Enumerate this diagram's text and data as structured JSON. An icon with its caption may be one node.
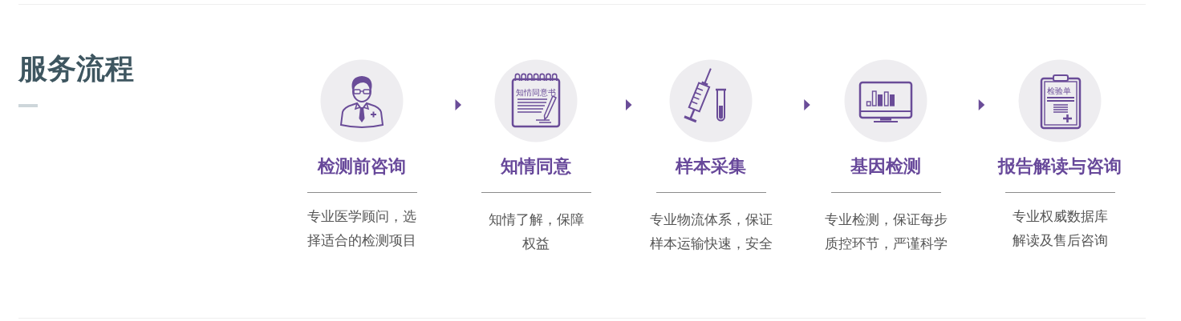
{
  "diagram": {
    "title": "服务流程",
    "nodes": [
      {
        "text": [
          "检测前咨询",
          "专业医学顾问，选择适合的检测项目"
        ]
      },
      {
        "text": [
          "知情同意",
          "知情了解，保障权益"
        ]
      },
      {
        "text": [
          "样本采集",
          "专业物流体系，保证样本运输快速，安全"
        ]
      },
      {
        "text": [
          "基因检测",
          "专业检测，保证每步质控环节，严谨科学"
        ]
      },
      {
        "text": [
          "报告解读与咨询",
          "专业权威数据库解读及售后咨询"
        ]
      }
    ],
    "edges": [
      {
        "from": 0,
        "to": 1,
        "arrow": "to"
      },
      {
        "from": 1,
        "to": 2,
        "arrow": "to"
      },
      {
        "from": 2,
        "to": 3,
        "arrow": "to"
      },
      {
        "from": 3,
        "to": 4,
        "arrow": "to"
      }
    ],
    "labels": [
      "知情同意书",
      "检验单"
    ]
  }
}
